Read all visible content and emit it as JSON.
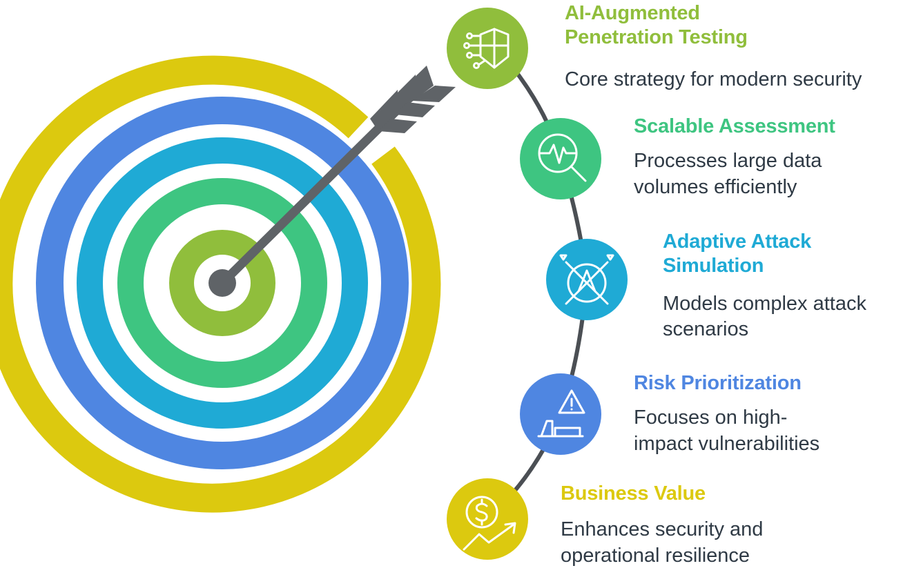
{
  "colors": {
    "yellow": "#dcc90f",
    "blue": "#4f86e1",
    "cyan": "#1faad5",
    "green": "#3ec581",
    "lime": "#90be3c",
    "arrow": "#5f6367",
    "connector": "#4b4f54",
    "text": "#2f3a45"
  },
  "steps": [
    {
      "icon": "ai-chip-icon",
      "color": "#90be3c",
      "title_lines": [
        "AI-Augmented",
        "Penetration Testing"
      ],
      "desc_lines": [
        "Core strategy for modern security"
      ]
    },
    {
      "icon": "magnifier-pulse-icon",
      "color": "#3ec581",
      "title_lines": [
        "Scalable Assessment"
      ],
      "desc_lines": [
        "Processes large data",
        "volumes efficiently"
      ]
    },
    {
      "icon": "crossed-swords-shield-icon",
      "color": "#1faad5",
      "title_lines": [
        "Adaptive Attack",
        "Simulation"
      ],
      "desc_lines": [
        "Models complex attack",
        "scenarios"
      ]
    },
    {
      "icon": "warning-priority-icon",
      "color": "#4f86e1",
      "title_lines": [
        "Risk Prioritization"
      ],
      "desc_lines": [
        "Focuses on high-",
        "impact vulnerabilities"
      ]
    },
    {
      "icon": "dollar-growth-icon",
      "color": "#dcc90f",
      "title_lines": [
        "Business Value"
      ],
      "desc_lines": [
        "Enhances security and",
        "operational resilience"
      ]
    }
  ]
}
